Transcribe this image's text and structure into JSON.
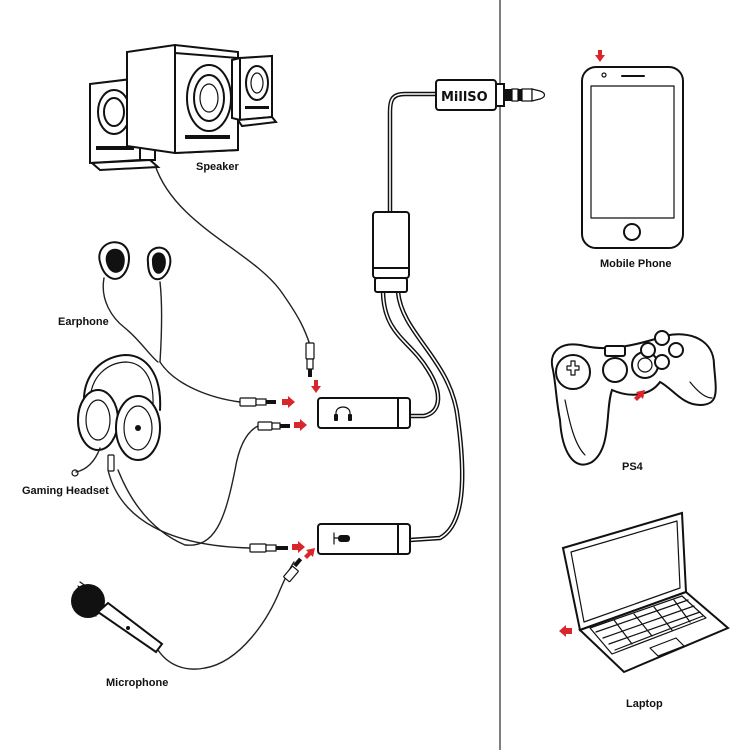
{
  "brand": "MillSO",
  "colors": {
    "ink": "#111111",
    "arrow": "#d9262c",
    "background": "#ffffff"
  },
  "labels": {
    "speaker": "Speaker",
    "earphone": "Earphone",
    "gaming_headset": "Gaming Headset",
    "microphone": "Microphone",
    "mobile_phone": "Mobile Phone",
    "ps4": "PS4",
    "laptop": "Laptop"
  },
  "icons": {
    "jack_headphone": "headphone-icon",
    "jack_microphone": "microphone-icon"
  }
}
